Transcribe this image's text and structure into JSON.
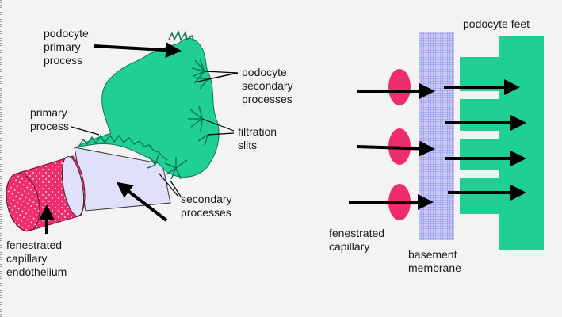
{
  "labels": {
    "podocyte_primary_process": [
      "podocyte",
      "primary",
      "process"
    ],
    "primary_process": [
      "primary",
      "process"
    ],
    "podocyte_secondary_processes": [
      "podocyte",
      "secondary",
      "processes"
    ],
    "filtration_slits": [
      "filtration",
      "slits"
    ],
    "secondary_processes": [
      "secondary",
      "processes"
    ],
    "fenestrated_capillary_endothelium": [
      "fenestrated",
      "capillary",
      "endothelium"
    ],
    "podocyte_feet": [
      "podocyte feet"
    ],
    "fenestrated_capillary": [
      "fenestrated",
      "capillary"
    ],
    "basement_membrane": [
      "basement",
      "membrane"
    ]
  },
  "colors": {
    "background": "#f3f3f3",
    "podocyte_green": "#1fcf95",
    "capillary_pink": "#ee2d6e",
    "basement_membrane_blue": "#b7b7f3",
    "arrow": "#000000"
  }
}
